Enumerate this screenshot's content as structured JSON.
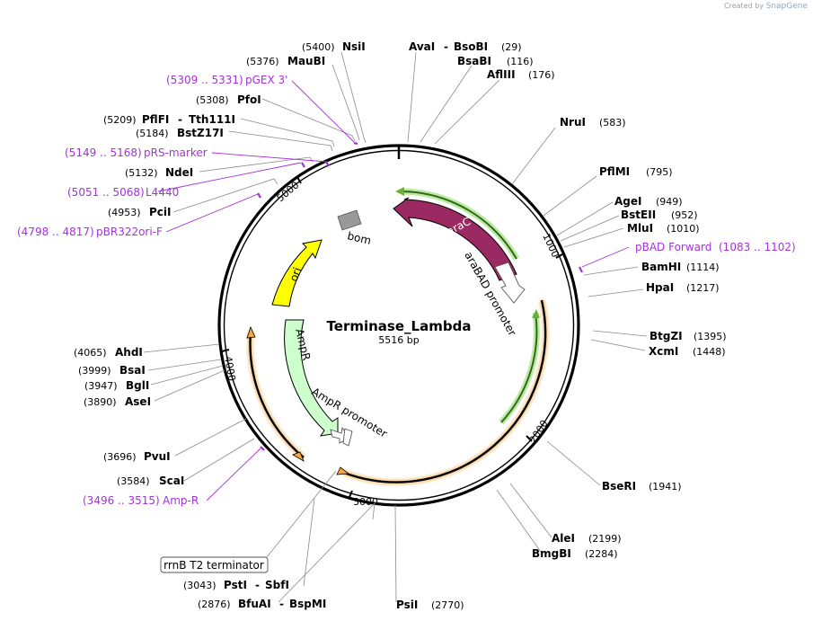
{
  "credit": {
    "prefix": "Created by",
    "brand": "SnapGene"
  },
  "plasmid": {
    "name": "Terminase_Lambda",
    "length_label": "5516 bp"
  },
  "ticks": [
    "1000",
    "2000",
    "3000",
    "4000",
    "5000"
  ],
  "sites": [
    {
      "name": "NsiI",
      "pos": "(5400)"
    },
    {
      "name": "AvaI",
      "sep": "-",
      "name2": "BsoBI",
      "pos": "(29)"
    },
    {
      "name": "MauBI",
      "pos": "(5376)"
    },
    {
      "name": "BsaBI",
      "pos": "(116)"
    },
    {
      "name": "AflIII",
      "pos": "(176)"
    },
    {
      "name": "PfoI",
      "pos": "(5308)"
    },
    {
      "name": "NruI",
      "pos": "(583)"
    },
    {
      "name": "PflFI",
      "sep": "-",
      "name2": "Tth111I",
      "pos": "(5209)"
    },
    {
      "name": "BstZ17I",
      "pos": "(5184)"
    },
    {
      "name": "NdeI",
      "pos": "(5132)"
    },
    {
      "name": "PflMI",
      "pos": "(795)"
    },
    {
      "name": "AgeI",
      "pos": "(949)"
    },
    {
      "name": "PciI",
      "pos": "(4953)"
    },
    {
      "name": "BstEII",
      "pos": "(952)"
    },
    {
      "name": "MluI",
      "pos": "(1010)"
    },
    {
      "name": "BamHI",
      "pos": "(1114)"
    },
    {
      "name": "HpaI",
      "pos": "(1217)"
    },
    {
      "name": "BtgZI",
      "pos": "(1395)"
    },
    {
      "name": "XcmI",
      "pos": "(1448)"
    },
    {
      "name": "AhdI",
      "pos": "(4065)"
    },
    {
      "name": "BsaI",
      "pos": "(3999)"
    },
    {
      "name": "BglI",
      "pos": "(3947)"
    },
    {
      "name": "AseI",
      "pos": "(3890)"
    },
    {
      "name": "PvuI",
      "pos": "(3696)"
    },
    {
      "name": "ScaI",
      "pos": "(3584)"
    },
    {
      "name": "BseRI",
      "pos": "(1941)"
    },
    {
      "name": "AleI",
      "pos": "(2199)"
    },
    {
      "name": "BmgBI",
      "pos": "(2284)"
    },
    {
      "name": "PstI",
      "sep": "-",
      "name2": "SbfI",
      "pos": "(3043)"
    },
    {
      "name": "BfuAI",
      "sep": "-",
      "name2": "BspMI",
      "pos": "(2876)"
    },
    {
      "name": "PsiI",
      "pos": "(2770)"
    }
  ],
  "primers": [
    {
      "range": "(5309 .. 5331)",
      "name": "pGEX 3'"
    },
    {
      "range": "(5149 .. 5168)",
      "name": "pRS-marker"
    },
    {
      "range": "(5051 .. 5068)",
      "name": "L4440"
    },
    {
      "range": "(4798 .. 4817)",
      "name": "pBR322ori-F"
    },
    {
      "name": "pBAD Forward",
      "range": "(1083 .. 1102)"
    },
    {
      "range": "(3496 .. 3515)",
      "name": "Amp-R"
    }
  ],
  "features": {
    "araC": "araC",
    "araBAD_promoter": "araBAD promoter",
    "bom": "bom",
    "ori": "ori",
    "AmpR": "AmpR",
    "AmpR_promoter": "AmpR promoter",
    "rrnB_terminator": "rrnB T2 terminator"
  },
  "colors": {
    "araC": "#9b2a62",
    "ori": "#ffff00",
    "AmpR": "#ccffcc",
    "bom": "#999999",
    "primer": "#a233d6",
    "orf_arc": "#e8a33c",
    "green_arc": "#66b32e"
  }
}
